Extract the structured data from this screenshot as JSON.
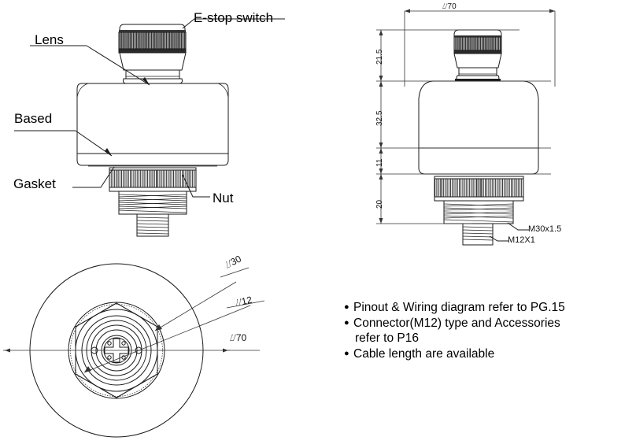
{
  "document": {
    "type": "technical-drawing",
    "subject": "E-stop switch beacon / signal device",
    "views": [
      "front-elevation-labeled",
      "front-elevation-dimensioned",
      "bottom-view"
    ],
    "background_color": "#ffffff",
    "line_color": "#1a1a1a"
  },
  "labels": {
    "estop": "E-stop switch",
    "lens": "Lens",
    "based": "Based",
    "gasket": "Gasket",
    "nut": "Nut"
  },
  "dimensions": {
    "overall_diameter": "⌰70",
    "height_cap": "21.5",
    "height_body": "32.5",
    "height_base": "11",
    "height_thread": "20",
    "thread_major": "M30x1.5",
    "thread_connector": "M12X1"
  },
  "bottom_view": {
    "dia_30": "⌰30",
    "dia_12": "⌰12",
    "dia_70": "⌰70"
  },
  "notes": [
    {
      "text": "Pinout & Wiring diagram refer to PG.15",
      "cont": ""
    },
    {
      "text": "Connector(M12)  type and Accessories",
      "cont": "refer to P16"
    },
    {
      "text": "Cable length are available",
      "cont": ""
    }
  ]
}
